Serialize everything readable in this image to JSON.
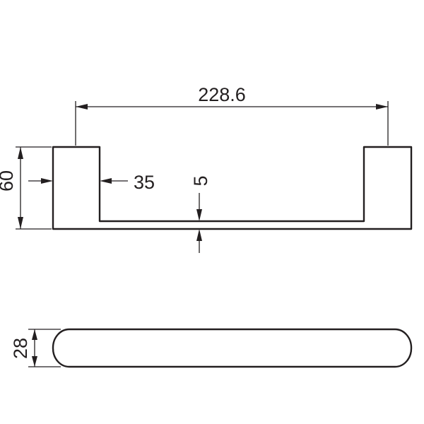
{
  "drawing": {
    "line_color": "#231f20",
    "background": "#ffffff",
    "front_view": {
      "dimensions": {
        "center_to_center": "228.6",
        "height": "60",
        "leg_width": "35",
        "bar_thickness": "5"
      }
    },
    "side_view": {
      "dimensions": {
        "depth": "28"
      }
    }
  }
}
